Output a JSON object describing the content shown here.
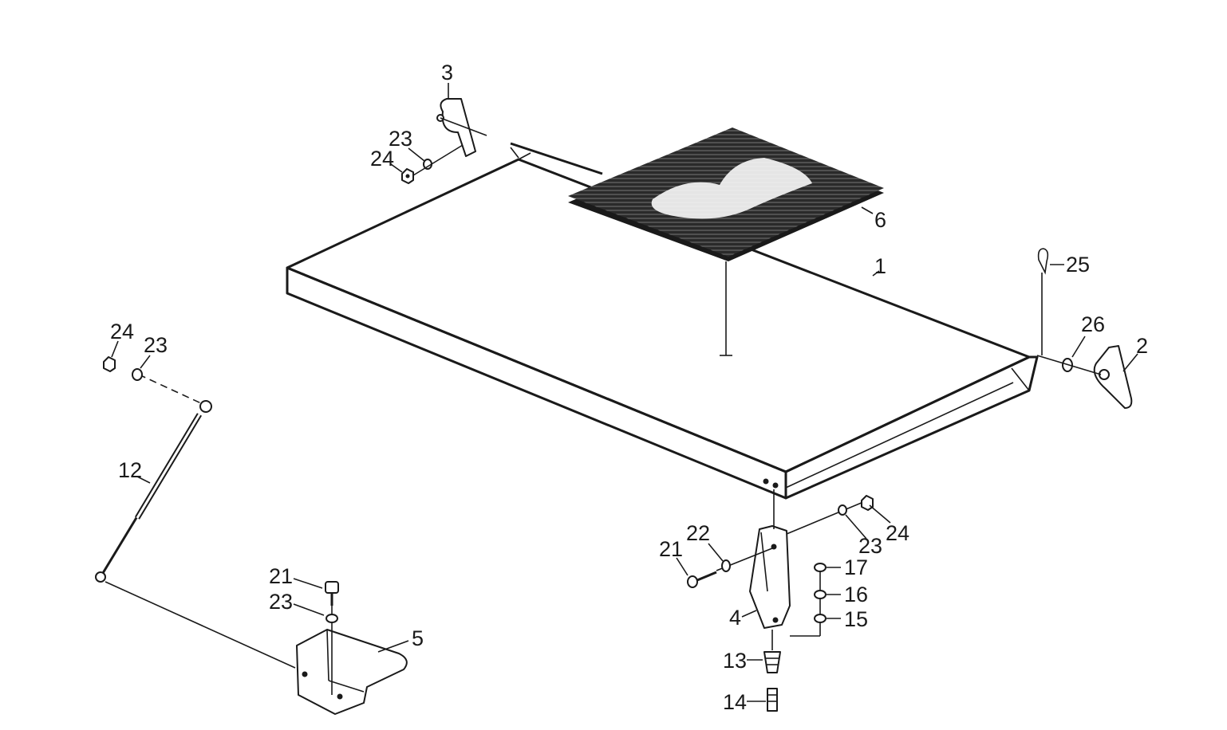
{
  "callouts": {
    "c1": "1",
    "c2": "2",
    "c3": "3",
    "c4": "4",
    "c5": "5",
    "c6": "6",
    "c12": "12",
    "c13": "13",
    "c14": "14",
    "c15": "15",
    "c16": "16",
    "c17": "17",
    "c21a": "21",
    "c21b": "21",
    "c22": "22",
    "c23a": "23",
    "c23b": "23",
    "c23c": "23",
    "c23d": "23",
    "c24a": "24",
    "c24b": "24",
    "c24c": "24",
    "c25": "25",
    "c26": "26"
  }
}
